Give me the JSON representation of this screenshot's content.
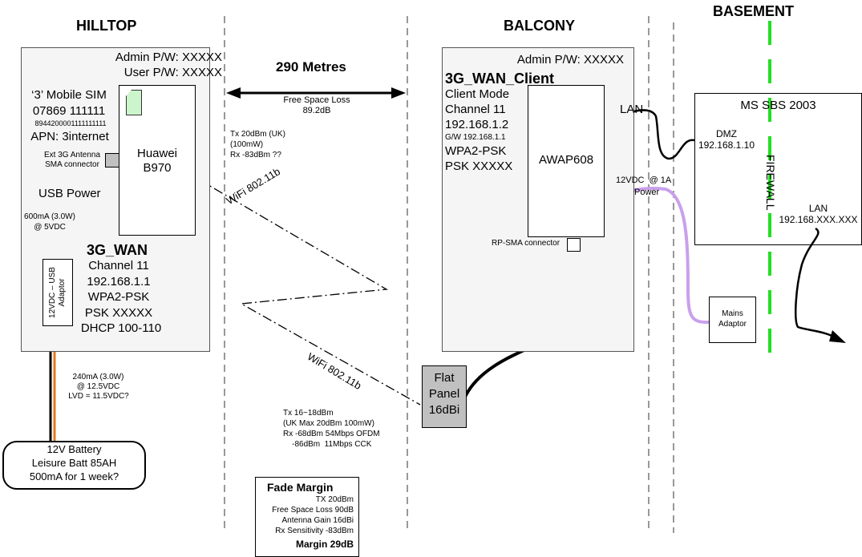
{
  "zones": {
    "hilltop": "HILLTOP",
    "balcony": "BALCONY",
    "basement": "BASEMENT"
  },
  "hilltop": {
    "admin_pw": "Admin P/W: XXXXX",
    "user_pw": "User P/W:   XXXXX",
    "sim": [
      "‘3’ Mobile SIM",
      "07869 111111"
    ],
    "iccid": "8944200001111111111",
    "apn": "APN: 3internet",
    "ext_antenna": [
      "Ext 3G Antenna",
      "SMA connector"
    ],
    "usb_power": "USB Power",
    "usb_current": [
      "600mA (3.0W)",
      "@ 5VDC"
    ],
    "device": [
      "Huawei",
      "B970"
    ],
    "ssid": "3G_WAN",
    "settings": [
      "Channel 11",
      "192.168.1.1",
      "WPA2-PSK",
      "PSK XXXXX",
      "DHCP 100-110"
    ],
    "adaptor": [
      "12VDC – USB",
      "Adaptor"
    ],
    "battery_draw": [
      "240mA (3.0W)",
      "@ 12.5VDC",
      "LVD = 11.5VDC?"
    ],
    "battery": [
      "12V Battery",
      "Leisure Batt 85AH",
      "500mA for 1 week?"
    ]
  },
  "link": {
    "distance": "290 Metres",
    "free_space_loss": [
      "Free Space Loss",
      "89.2dB"
    ],
    "tx_rx_top": [
      "Tx 20dBm (UK)",
      "(100mW)",
      "Rx -83dBm ??"
    ],
    "wifi_label_1": "WiFi 802.11b",
    "wifi_label_2": "WiFi 802.11b",
    "tx_rx_bottom": [
      "Tx 16~18dBm",
      "(UK Max 20dBm 100mW)",
      "Rx -68dBm 54Mbps OFDM",
      "    -86dBm  11Mbps CCK"
    ],
    "fade_margin": {
      "title": "Fade Margin",
      "lines": [
        "TX 20dBm",
        "Free Space Loss 90dB",
        "Antenna Gain 16dBi",
        "Rx Sensitivity -83dBm"
      ],
      "result": "Margin 29dB"
    }
  },
  "balcony": {
    "admin_pw": "Admin P/W: XXXXX",
    "ssid": "3G_WAN_Client",
    "settings": [
      "Client Mode",
      "Channel 11",
      "192.168.1.2"
    ],
    "gateway": "G/W 192.168.1.1",
    "security": [
      "WPA2-PSK",
      "PSK XXXXX"
    ],
    "device": "AWAP608",
    "rp_sma": "RP-SMA connector",
    "antenna": [
      "Flat",
      "Panel",
      "16dBi"
    ],
    "lan": "LAN",
    "power": [
      "12VDC  @ 1A",
      "Power"
    ]
  },
  "basement": {
    "server": "MS SBS 2003",
    "dmz": [
      "DMZ",
      "192.168.1.10"
    ],
    "firewall": "FIREWALL",
    "lan": [
      "LAN",
      "192.168.XXX.XXX"
    ],
    "mains": [
      "Mains",
      "Adaptor"
    ]
  },
  "colors": {
    "usb_cable": "#1010c8",
    "power_cable": "#c9a0ec",
    "battery_cable": "#e07a1f",
    "firewall": "#22e022",
    "panel_bg": "#f5f5f5",
    "antenna_fill": "#c0c0c0",
    "sim_fill": "#ccf5cc"
  }
}
